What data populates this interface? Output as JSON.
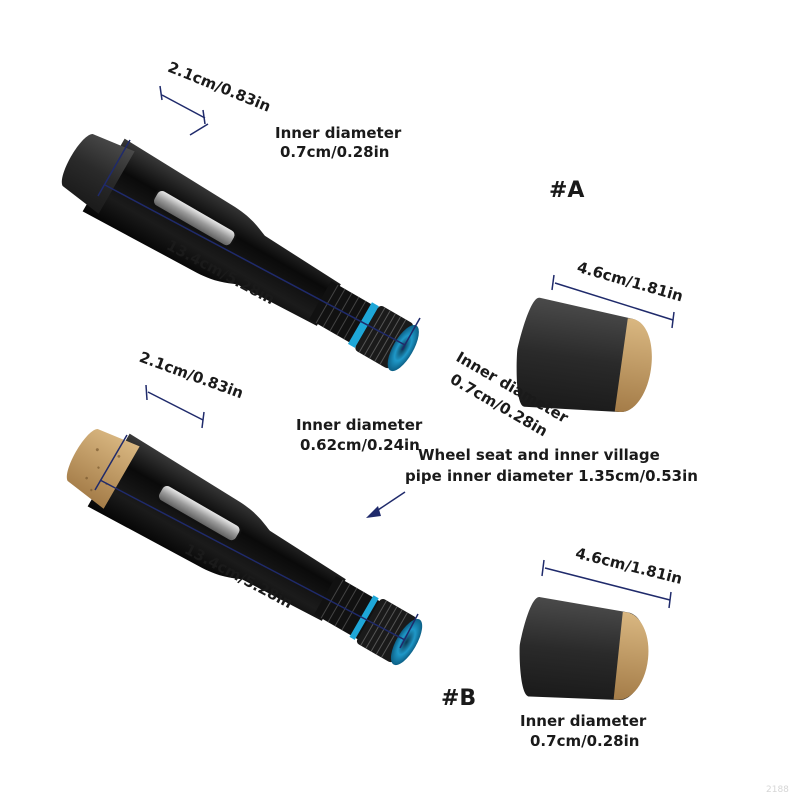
{
  "variant_a": {
    "tag": "#A",
    "tip_length": "2.1cm/0.83in",
    "seat_length": "13.4cm/5.28in",
    "seat_inner_diameter_label": "Inner diameter",
    "seat_inner_diameter_value": "0.7cm/0.28in",
    "grip_length": "4.6cm/1.81in",
    "grip_inner_diameter_label": "Inner diameter",
    "grip_inner_diameter_value": "0.7cm/0.28in"
  },
  "variant_b": {
    "tag": "#B",
    "tip_length": "2.1cm/0.83in",
    "seat_length": "13.4cm/5.28in",
    "seat_inner_diameter_label": "Inner diameter",
    "seat_inner_diameter_value": "0.62cm/0.24in",
    "wheel_seat_note_line1": "Wheel seat and inner village",
    "wheel_seat_note_line2": "pipe inner diameter 1.35cm/0.53in",
    "grip_length": "4.6cm/1.81in",
    "grip_inner_diameter_label": "Inner diameter",
    "grip_inner_diameter_value": "0.7cm/0.28in"
  },
  "watermark": "2188",
  "colors": {
    "dimension_line": "#1f2a6b",
    "anodized_ring": "#1ea7d8",
    "eva_foam": "#2b2b2b",
    "cork": "#c9a26b",
    "body": "#0d0d0d"
  }
}
